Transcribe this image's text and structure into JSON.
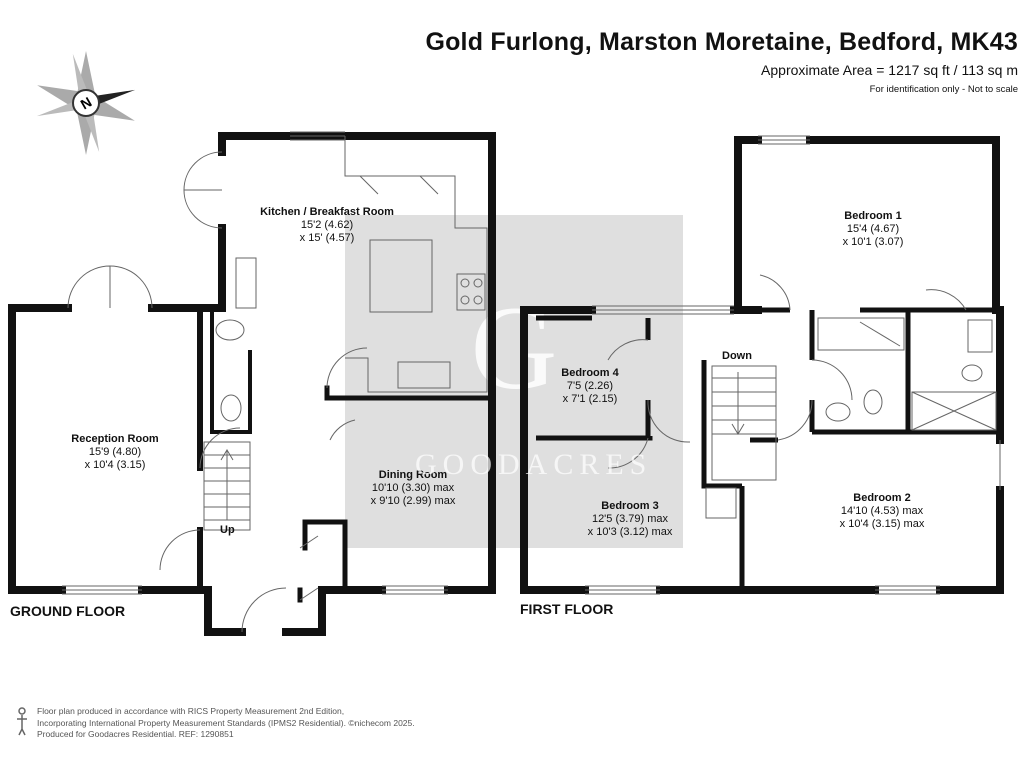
{
  "header": {
    "title": "Gold Furlong, Marston Moretaine, Bedford, MK43",
    "area": "Approximate Area = 1217 sq ft / 113 sq m",
    "note": "For identification only - Not to scale"
  },
  "compass": {
    "icon": "compass-north-icon",
    "letter": "N"
  },
  "floors": {
    "ground": "GROUND FLOOR",
    "first": "FIRST FLOOR"
  },
  "rooms": {
    "kitchen": {
      "name": "Kitchen / Breakfast Room",
      "dim1": "15'2 (4.62)",
      "dim2": "x 15' (4.57)"
    },
    "reception": {
      "name": "Reception Room",
      "dim1": "15'9 (4.80)",
      "dim2": "x 10'4 (3.15)"
    },
    "dining": {
      "name": "Dining Room",
      "dim1": "10'10 (3.30) max",
      "dim2": "x 9'10 (2.99) max"
    },
    "bedroom1": {
      "name": "Bedroom 1",
      "dim1": "15'4 (4.67)",
      "dim2": "x 10'1 (3.07)"
    },
    "bedroom2": {
      "name": "Bedroom 2",
      "dim1": "14'10 (4.53) max",
      "dim2": "x 10'4 (3.15) max"
    },
    "bedroom3": {
      "name": "Bedroom 3",
      "dim1": "12'5 (3.79) max",
      "dim2": "x 10'3 (3.12) max"
    },
    "bedroom4": {
      "name": "Bedroom 4",
      "dim1": "7'5 (2.26)",
      "dim2": "x 7'1 (2.15)"
    }
  },
  "stairs": {
    "up": "Up",
    "down": "Down"
  },
  "watermark": {
    "letter": "G",
    "text": "GOODACRES"
  },
  "footer": {
    "line1": "Floor plan produced in accordance with RICS Property Measurement 2nd Edition,",
    "line2": "Incorporating International Property Measurement Standards (IPMS2 Residential). ©nichecom 2025.",
    "line3": "Produced for Goodacres Residential.   REF: 1290851"
  },
  "colors": {
    "wall": "#111111",
    "watermark": "#d9d9d9",
    "fixture": "#666666"
  }
}
